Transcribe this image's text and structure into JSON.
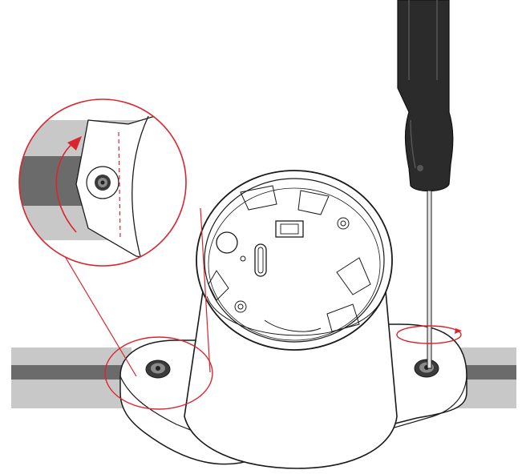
{
  "diagram": {
    "subject": "mount-installation-step",
    "colors": {
      "accent": "#d9262e",
      "rail_light": "#c8c8c8",
      "rail_dark": "#6b6b6b",
      "outline": "#1a1a1a",
      "tool_body": "#2b2b2b",
      "surface": "#ffffff"
    },
    "components": [
      "rail-left",
      "rail-right",
      "mount-base-plate",
      "camera-mount-housing",
      "screw-left",
      "screw-right",
      "screwdriver",
      "rotation-arrow-screwdriver",
      "detail-magnifier",
      "rotation-arrow-detail"
    ]
  }
}
